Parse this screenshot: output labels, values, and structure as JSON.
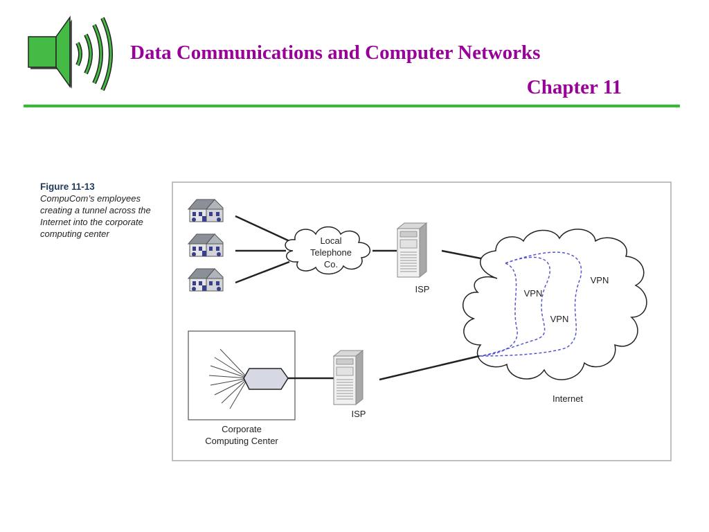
{
  "header": {
    "title": "Data Communications and Computer Networks",
    "chapter": "Chapter 11",
    "rule_color": "#33bb33",
    "title_color": "#990099"
  },
  "speaker": {
    "icon": "speaker-sound-icon",
    "color": "#44bb44"
  },
  "figure": {
    "caption_number": "Figure 11-13",
    "caption_text": "CompuCom’s employees creating a tunnel across the Internet into the corporate computing center",
    "labels": {
      "local_tel_1": "Local",
      "local_tel_2": "Telephone",
      "local_tel_3": "Co.",
      "isp_top": "ISP",
      "isp_bottom": "ISP",
      "vpn_1": "VPN",
      "vpn_2": "VPN",
      "vpn_3": "VPN",
      "internet": "Internet",
      "corp_1": "Corporate",
      "corp_2": "Computing Center"
    },
    "vpn_line_color": "#5555cc"
  }
}
